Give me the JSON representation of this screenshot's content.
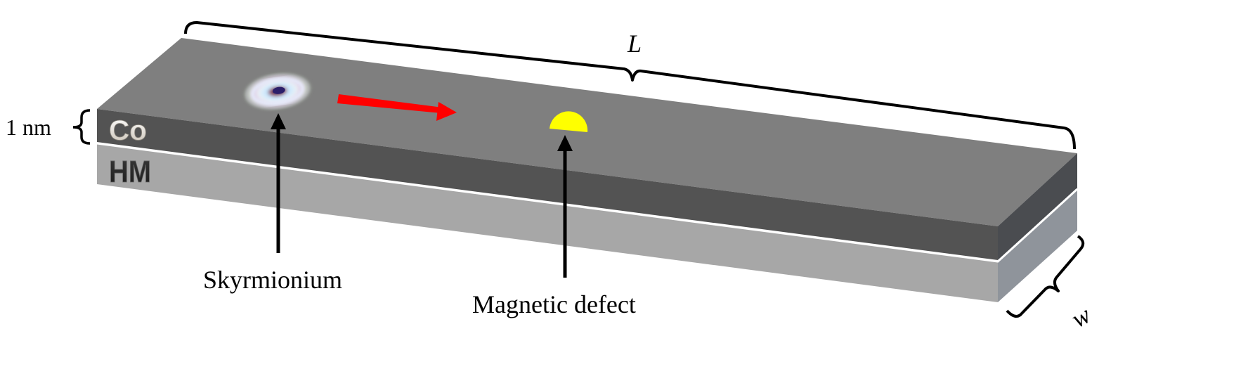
{
  "labels": {
    "length": "L",
    "width": "w",
    "thickness": "1 nm",
    "skyrmionium": "Skyrmionium",
    "defect": "Magnetic defect"
  },
  "layers": {
    "top": "Co",
    "bottom": "HM"
  },
  "colors": {
    "co_top_face": "#7f7f7f",
    "co_front_face": "#535353",
    "co_side_face": "#4a4c50",
    "hm_front_face": "#a7a7a7",
    "hm_side_face": "#8f949b",
    "motion_arrow": "#ff0000",
    "defect": "#ffff00"
  }
}
